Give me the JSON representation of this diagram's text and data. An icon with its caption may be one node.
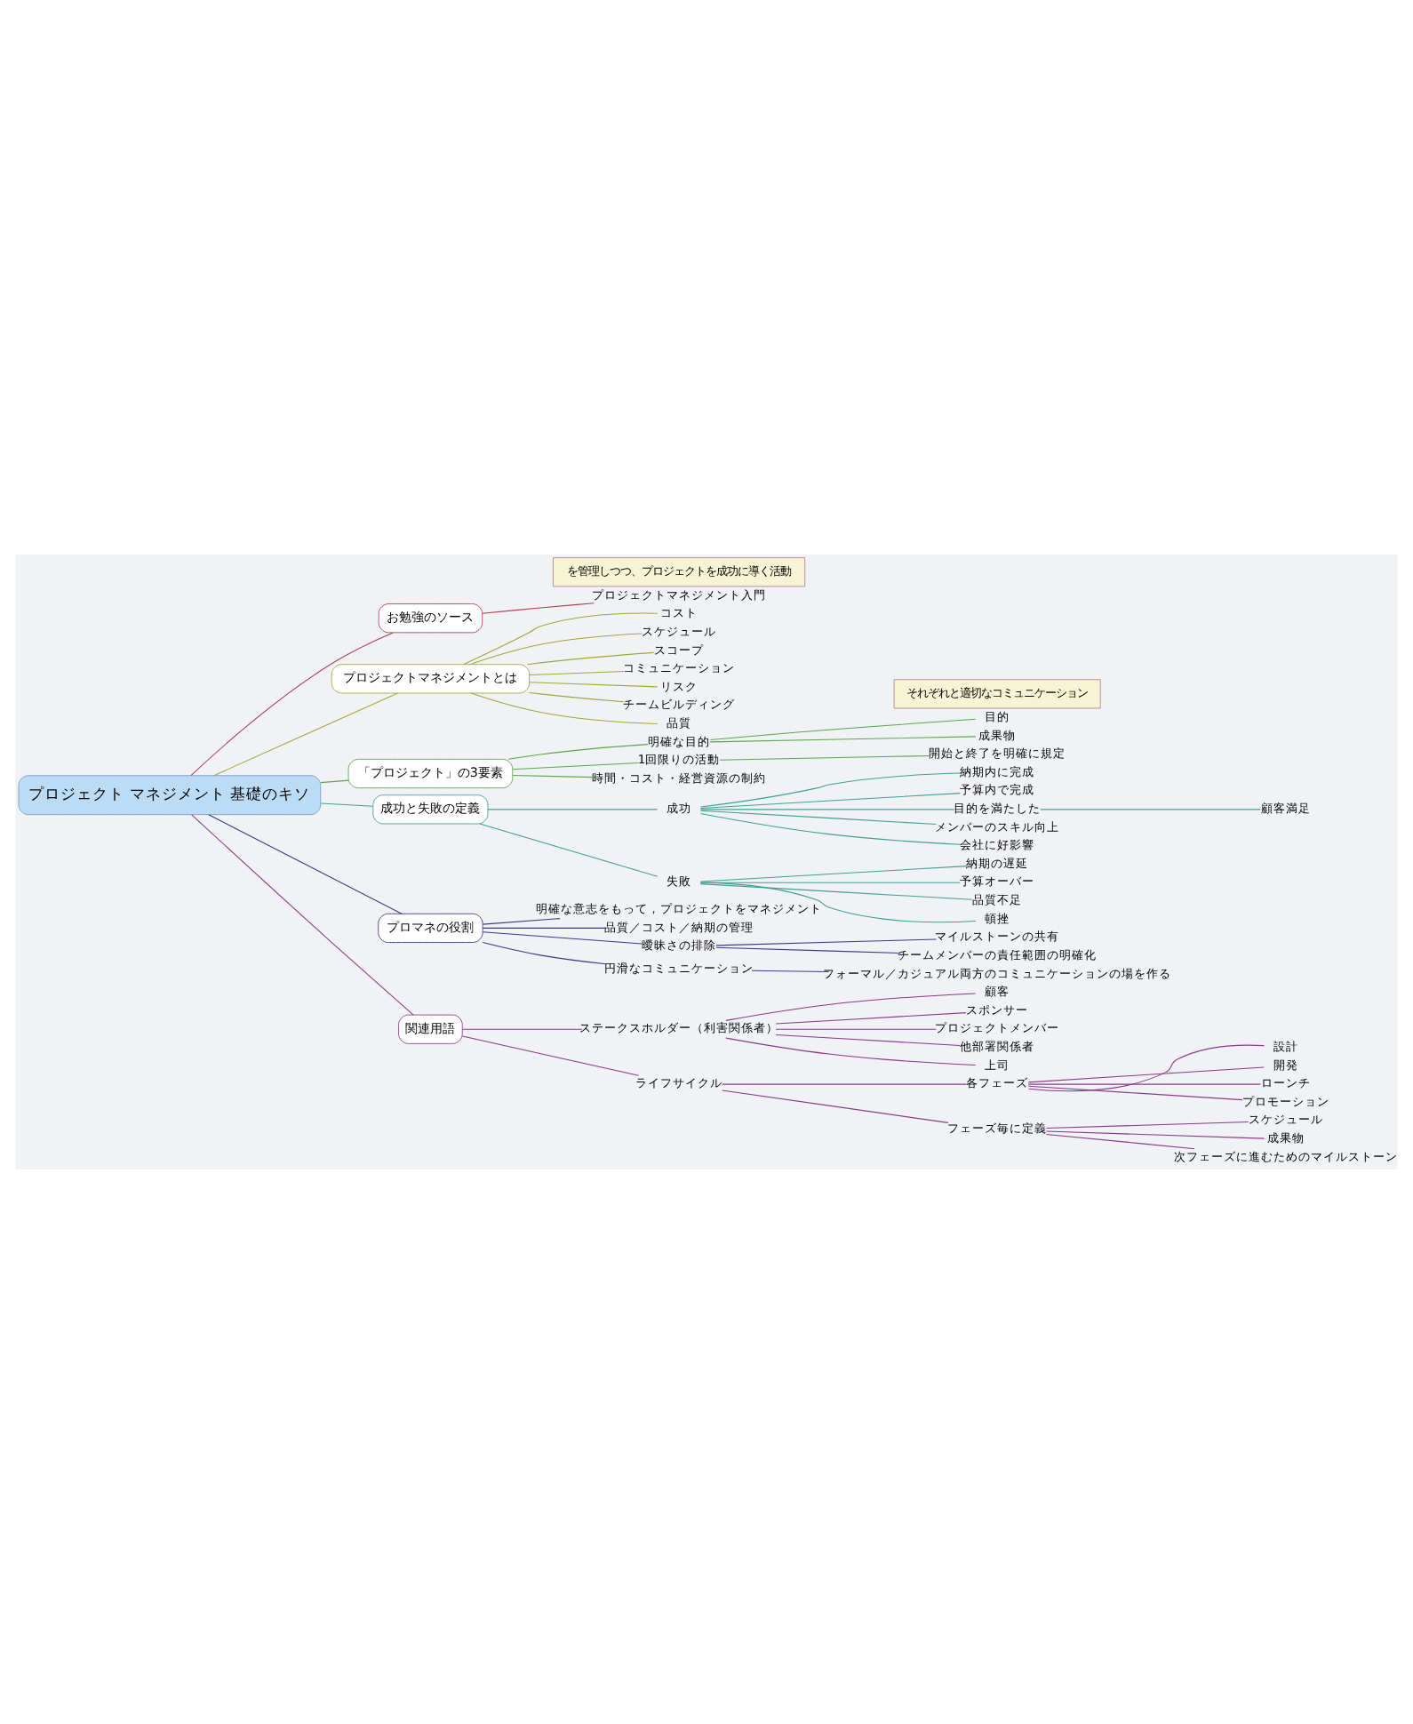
{
  "diagram": {
    "nodes": [
      {
        "text": [
          "プロジェクト マネジメント 基礎のキソ"
        ]
      },
      {
        "text": [
          "お勉強のソース"
        ]
      },
      {
        "text": [
          "プロジェクトマネジメント入門"
        ]
      },
      {
        "text": [
          "プロジェクトマネジメントとは"
        ]
      },
      {
        "text": [
          "コスト"
        ]
      },
      {
        "text": [
          "スケジュール"
        ]
      },
      {
        "text": [
          "スコープ"
        ]
      },
      {
        "text": [
          "コミュニケーション"
        ]
      },
      {
        "text": [
          "リスク"
        ]
      },
      {
        "text": [
          "チームビルディング"
        ]
      },
      {
        "text": [
          "品質"
        ]
      },
      {
        "text": [
          "を管理しつつ、プロジェクトを成功に導く活動"
        ]
      },
      {
        "text": [
          "「プロジェクト」の3要素"
        ]
      },
      {
        "text": [
          "明確な目的"
        ]
      },
      {
        "text": [
          "目的"
        ]
      },
      {
        "text": [
          "成果物"
        ]
      },
      {
        "text": [
          "1回限りの活動"
        ]
      },
      {
        "text": [
          "開始と終了を明確に規定"
        ]
      },
      {
        "text": [
          "時間・コスト・経営資源の制約"
        ]
      },
      {
        "text": [
          "成功と失敗の定義"
        ]
      },
      {
        "text": [
          "成功"
        ]
      },
      {
        "text": [
          "納期内に完成"
        ]
      },
      {
        "text": [
          "予算内で完成"
        ]
      },
      {
        "text": [
          "目的を満たした"
        ]
      },
      {
        "text": [
          "顧客満足"
        ]
      },
      {
        "text": [
          "メンバーのスキル向上"
        ]
      },
      {
        "text": [
          "会社に好影響"
        ]
      },
      {
        "text": [
          "失敗"
        ]
      },
      {
        "text": [
          "納期の遅延"
        ]
      },
      {
        "text": [
          "予算オーバー"
        ]
      },
      {
        "text": [
          "品質不足"
        ]
      },
      {
        "text": [
          "頓挫"
        ]
      },
      {
        "text": [
          "プロマネの役割"
        ]
      },
      {
        "text": [
          "明確な意志をもって，プロジェクトをマネジメント"
        ]
      },
      {
        "text": [
          "品質／コスト／納期の管理"
        ]
      },
      {
        "text": [
          "曖昧さの排除"
        ]
      },
      {
        "text": [
          "マイルストーンの共有"
        ]
      },
      {
        "text": [
          "チームメンバーの責任範囲の明確化"
        ]
      },
      {
        "text": [
          "円滑なコミュニケーション"
        ]
      },
      {
        "text": [
          "フォーマル／カジュアル両方のコミュニケーションの場を作る"
        ]
      },
      {
        "text": [
          "関連用語"
        ]
      },
      {
        "text": [
          "ステークスホルダー（利害関係者）"
        ]
      },
      {
        "text": [
          "顧客"
        ]
      },
      {
        "text": [
          "スポンサー"
        ]
      },
      {
        "text": [
          "プロジェクトメンバー"
        ]
      },
      {
        "text": [
          "他部署関係者"
        ]
      },
      {
        "text": [
          "上司"
        ]
      },
      {
        "text": [
          "それぞれと適切なコミュニケーション"
        ]
      },
      {
        "text": [
          "ライフサイクル"
        ]
      },
      {
        "text": [
          "各フェーズ"
        ]
      },
      {
        "text": [
          "設計"
        ]
      },
      {
        "text": [
          "開発"
        ]
      },
      {
        "text": [
          "ローンチ"
        ]
      },
      {
        "text": [
          "プロモーション"
        ]
      },
      {
        "text": [
          "フェーズ毎に定義"
        ]
      },
      {
        "text": [
          "スケジュール"
        ]
      },
      {
        "text": [
          "成果物"
        ]
      },
      {
        "text": [
          "次フェーズに進むためのマイルストーン"
        ]
      }
    ],
    "edges": [
      {
        "from": 0,
        "to": 1,
        "arrow": "none",
        "color": "#b04050"
      },
      {
        "from": 1,
        "to": 2,
        "arrow": "none",
        "color": "#b04050"
      },
      {
        "from": 0,
        "to": 3,
        "arrow": "none",
        "color": "#9aab3a"
      },
      {
        "from": 3,
        "to": 4,
        "arrow": "none",
        "color": "#9aab3a"
      },
      {
        "from": 3,
        "to": 5,
        "arrow": "none",
        "color": "#9aab3a"
      },
      {
        "from": 3,
        "to": 6,
        "arrow": "none",
        "color": "#9aab3a"
      },
      {
        "from": 3,
        "to": 7,
        "arrow": "none",
        "color": "#9aab3a"
      },
      {
        "from": 3,
        "to": 8,
        "arrow": "none",
        "color": "#9aab3a"
      },
      {
        "from": 3,
        "to": 9,
        "arrow": "none",
        "color": "#9aab3a"
      },
      {
        "from": 3,
        "to": 10,
        "arrow": "none",
        "color": "#9aab3a"
      },
      {
        "from": 0,
        "to": 12,
        "arrow": "none",
        "color": "#5aa84a"
      },
      {
        "from": 12,
        "to": 13,
        "arrow": "none",
        "color": "#5aa84a"
      },
      {
        "from": 13,
        "to": 14,
        "arrow": "none",
        "color": "#5aa84a"
      },
      {
        "from": 13,
        "to": 15,
        "arrow": "none",
        "color": "#5aa84a"
      },
      {
        "from": 12,
        "to": 16,
        "arrow": "none",
        "color": "#5aa84a"
      },
      {
        "from": 16,
        "to": 17,
        "arrow": "none",
        "color": "#5aa84a"
      },
      {
        "from": 12,
        "to": 18,
        "arrow": "none",
        "color": "#5aa84a"
      },
      {
        "from": 0,
        "to": 19,
        "arrow": "none",
        "color": "#40a090"
      },
      {
        "from": 19,
        "to": 20,
        "arrow": "none",
        "color": "#40a090"
      },
      {
        "from": 20,
        "to": 21,
        "arrow": "none",
        "color": "#40a090"
      },
      {
        "from": 20,
        "to": 22,
        "arrow": "none",
        "color": "#40a090"
      },
      {
        "from": 20,
        "to": 23,
        "arrow": "none",
        "color": "#40a090"
      },
      {
        "from": 23,
        "to": 24,
        "arrow": "none",
        "color": "#40a090"
      },
      {
        "from": 20,
        "to": 25,
        "arrow": "none",
        "color": "#40a090"
      },
      {
        "from": 20,
        "to": 26,
        "arrow": "none",
        "color": "#40a090"
      },
      {
        "from": 19,
        "to": 27,
        "arrow": "none",
        "color": "#40a090"
      },
      {
        "from": 27,
        "to": 28,
        "arrow": "none",
        "color": "#40a090"
      },
      {
        "from": 27,
        "to": 29,
        "arrow": "none",
        "color": "#40a090"
      },
      {
        "from": 27,
        "to": 30,
        "arrow": "none",
        "color": "#40a090"
      },
      {
        "from": 27,
        "to": 31,
        "arrow": "none",
        "color": "#40a090"
      },
      {
        "from": 0,
        "to": 32,
        "arrow": "none",
        "color": "#3a3a88"
      },
      {
        "from": 32,
        "to": 33,
        "arrow": "none",
        "color": "#3a3a88"
      },
      {
        "from": 32,
        "to": 34,
        "arrow": "none",
        "color": "#3a3a88"
      },
      {
        "from": 32,
        "to": 35,
        "arrow": "none",
        "color": "#3a3a88"
      },
      {
        "from": 35,
        "to": 36,
        "arrow": "none",
        "color": "#3a3a88"
      },
      {
        "from": 35,
        "to": 37,
        "arrow": "none",
        "color": "#3a3a88"
      },
      {
        "from": 32,
        "to": 38,
        "arrow": "none",
        "color": "#3a3a88"
      },
      {
        "from": 38,
        "to": 39,
        "arrow": "none",
        "color": "#3a3a88"
      },
      {
        "from": 0,
        "to": 40,
        "arrow": "none",
        "color": "#8a3a88"
      },
      {
        "from": 40,
        "to": 41,
        "arrow": "none",
        "color": "#8a3a88"
      },
      {
        "from": 41,
        "to": 42,
        "arrow": "none",
        "color": "#8a3a88"
      },
      {
        "from": 41,
        "to": 43,
        "arrow": "none",
        "color": "#8a3a88"
      },
      {
        "from": 41,
        "to": 44,
        "arrow": "none",
        "color": "#8a3a88"
      },
      {
        "from": 41,
        "to": 45,
        "arrow": "none",
        "color": "#8a3a88"
      },
      {
        "from": 41,
        "to": 46,
        "arrow": "none",
        "color": "#8a3a88"
      },
      {
        "from": 40,
        "to": 48,
        "arrow": "none",
        "color": "#8a3a88"
      },
      {
        "from": 48,
        "to": 49,
        "arrow": "none",
        "color": "#8a3a88"
      },
      {
        "from": 49,
        "to": 50,
        "arrow": "none",
        "color": "#8a3a88"
      },
      {
        "from": 49,
        "to": 51,
        "arrow": "none",
        "color": "#8a3a88"
      },
      {
        "from": 49,
        "to": 52,
        "arrow": "none",
        "color": "#8a3a88"
      },
      {
        "from": 49,
        "to": 53,
        "arrow": "none",
        "color": "#8a3a88"
      },
      {
        "from": 48,
        "to": 54,
        "arrow": "none",
        "color": "#8a3a88"
      },
      {
        "from": 54,
        "to": 55,
        "arrow": "none",
        "color": "#8a3a88"
      },
      {
        "from": 54,
        "to": 56,
        "arrow": "none",
        "color": "#8a3a88"
      },
      {
        "from": 54,
        "to": 57,
        "arrow": "none",
        "color": "#8a3a88"
      }
    ]
  }
}
